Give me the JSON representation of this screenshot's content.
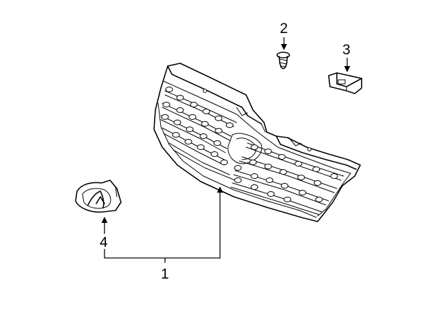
{
  "callouts": [
    {
      "id": "1",
      "label": "1"
    },
    {
      "id": "2",
      "label": "2"
    },
    {
      "id": "3",
      "label": "3"
    },
    {
      "id": "4",
      "label": "4"
    }
  ],
  "colors": {
    "line": "#000000",
    "background": "#ffffff"
  },
  "parts": [
    {
      "callout": "1",
      "shape": "grille-assembly"
    },
    {
      "callout": "2",
      "shape": "screw"
    },
    {
      "callout": "3",
      "shape": "clip"
    },
    {
      "callout": "4",
      "shape": "emblem"
    }
  ]
}
